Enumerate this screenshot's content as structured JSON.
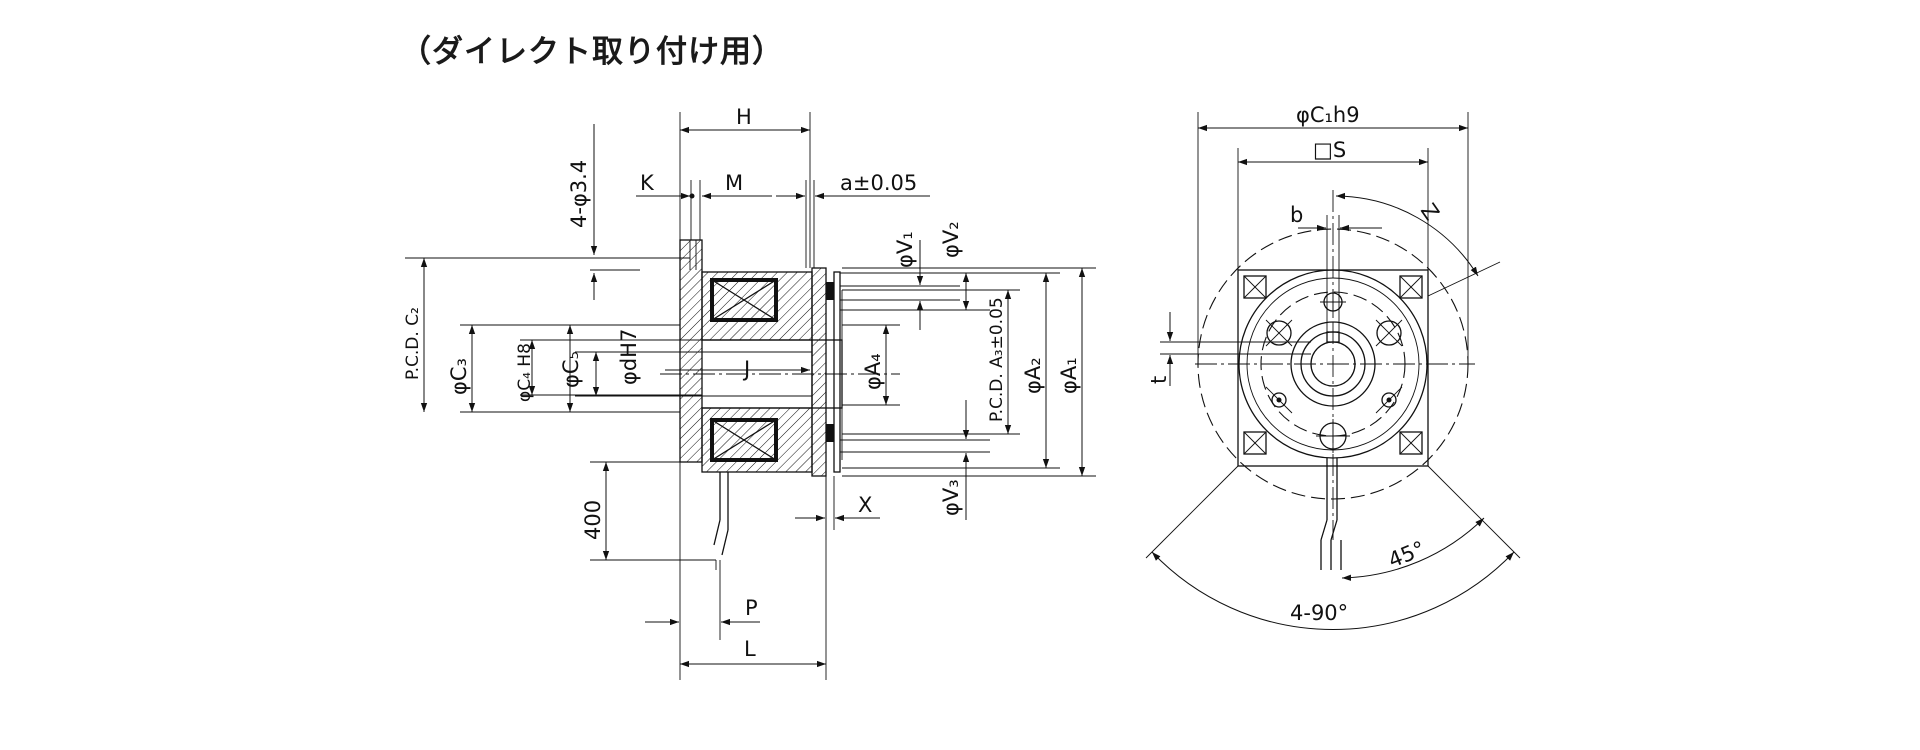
{
  "title": "（ダイレクト取り付け用）",
  "side_view": {
    "H": "H",
    "K": "K",
    "M": "M",
    "a_tol": "a±0.05",
    "hole": "4-φ3.4",
    "pcd_c2": "P.C.D. C₂",
    "phi_c3": "φC₃",
    "phi_c4": "φC₄ H8",
    "phi_c5": "φC₅",
    "phi_d": "φdH7",
    "J": "J",
    "phi_a4": "φA₄",
    "pcd_a3": "P.C.D. A₃±0.05",
    "phi_a2": "φA₂",
    "phi_a1": "φA₁",
    "phi_v1": "φV₁",
    "phi_v2": "φV₂",
    "phi_v3": "φV₃",
    "X": "X",
    "lead_len": "400",
    "P": "P",
    "L": "L"
  },
  "front_view": {
    "phi_c1": "φC₁h9",
    "square_s": "□S",
    "b": "b",
    "Z": "Z",
    "t": "t",
    "angle45": "45°",
    "angle90": "4-90°"
  }
}
